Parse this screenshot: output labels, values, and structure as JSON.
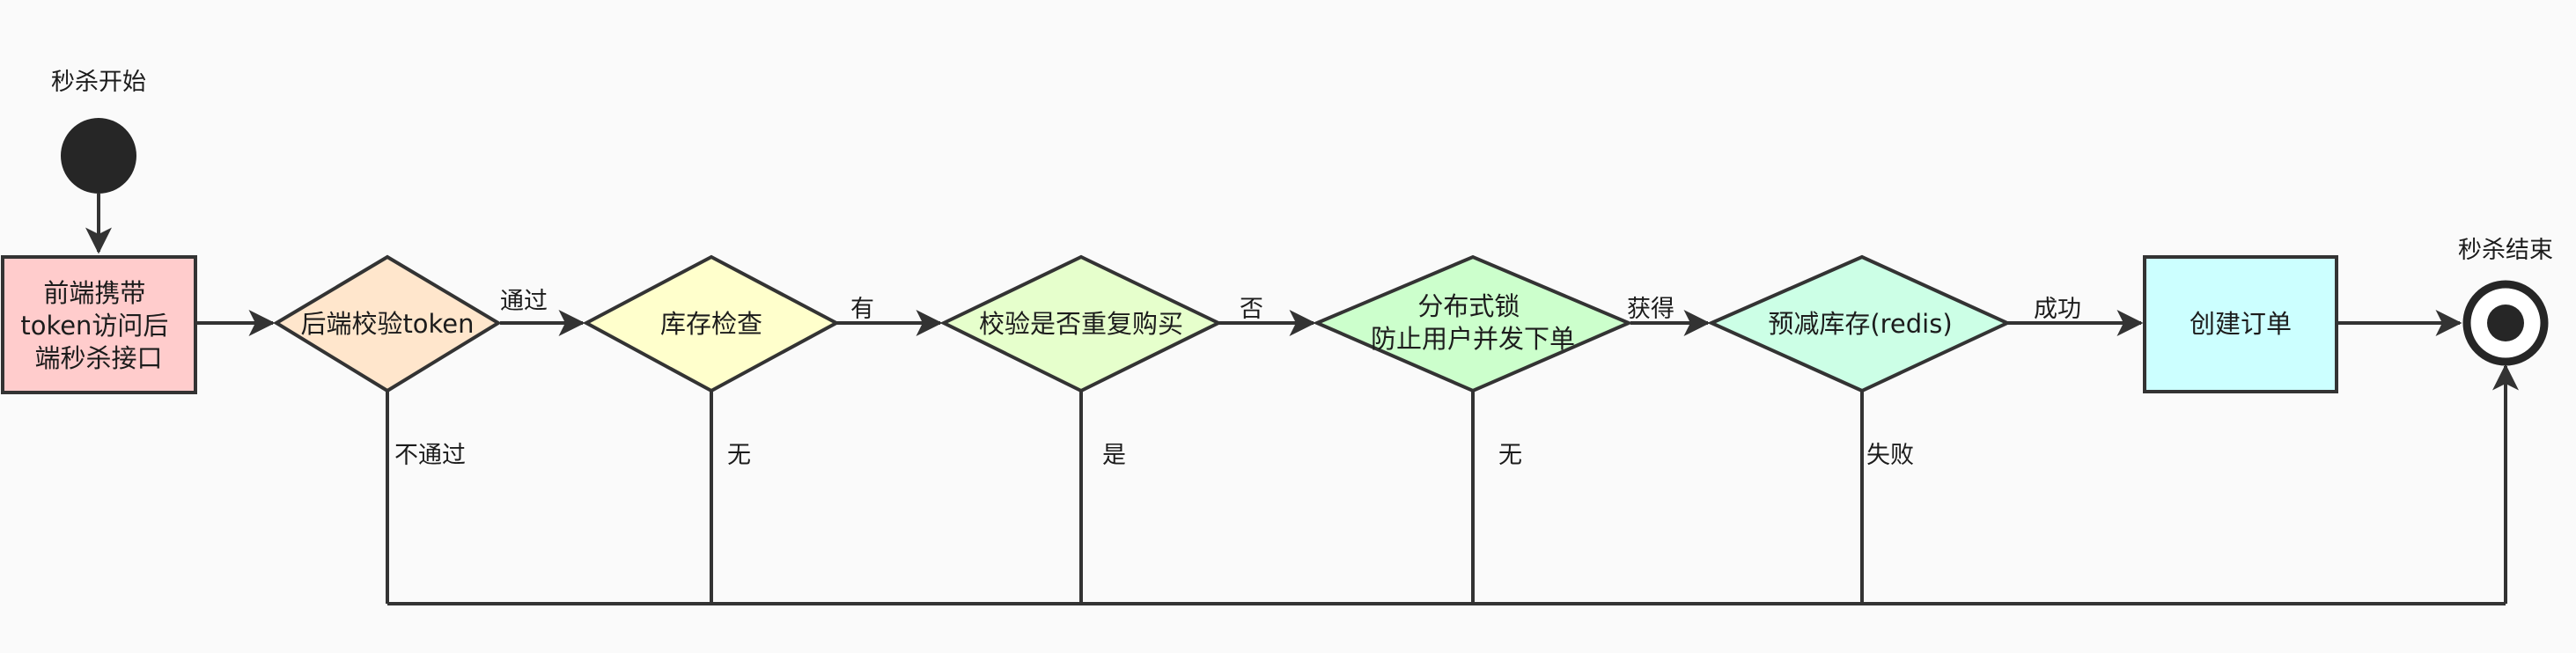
{
  "start_label": "秒杀开始",
  "end_label": "秒杀结束",
  "nodes": {
    "entry": {
      "lines": [
        "前端携带",
        "token访问后",
        "端秒杀接口"
      ],
      "color": "#ffcccc"
    },
    "verify_token": {
      "lines": [
        "后端校验token"
      ],
      "color": "#ffe6cc"
    },
    "stock_check": {
      "lines": [
        "库存检查"
      ],
      "color": "#ffffcc"
    },
    "dup_check": {
      "lines": [
        "校验是否重复购买"
      ],
      "color": "#e6ffcc"
    },
    "dist_lock": {
      "lines": [
        "分布式锁",
        "防止用户并发下单"
      ],
      "color": "#ccffcc"
    },
    "pre_deduct": {
      "lines": [
        "预减库存(redis)"
      ],
      "color": "#ccffe6"
    },
    "create_order": {
      "lines": [
        "创建订单"
      ],
      "color": "#ccffff"
    }
  },
  "edges": {
    "pass": "通过",
    "has": "有",
    "no": "否",
    "acquired": "获得",
    "success": "成功",
    "not_pass": "不通过",
    "none_1": "无",
    "yes": "是",
    "none_2": "无",
    "fail": "失败"
  },
  "colors": {
    "stroke": "#333333",
    "start_fill": "#262626"
  }
}
